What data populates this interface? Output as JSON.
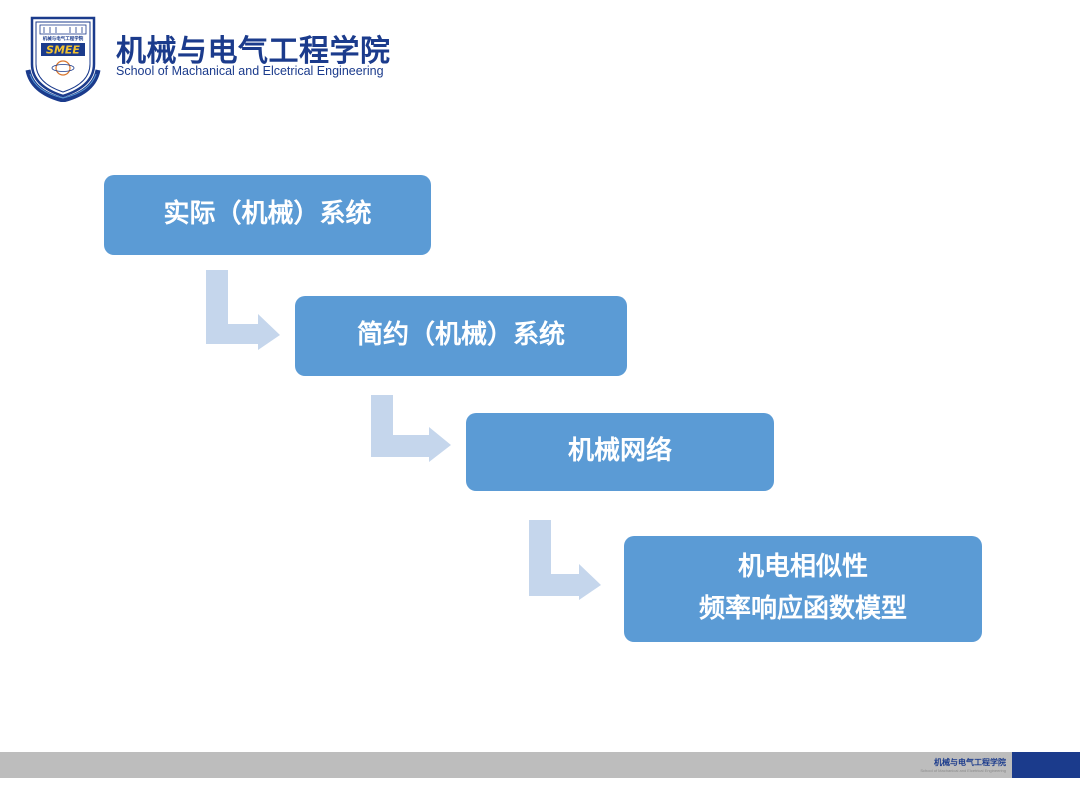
{
  "header": {
    "logo": {
      "icon": "school-emblem-icon",
      "top_text": "机械与电气工程学院",
      "badge_text": "SMEE"
    },
    "title_cn": "机械与电气工程学院",
    "title_en": "School of Machanical and Elcetrical Engineering"
  },
  "flow": {
    "boxes": [
      {
        "lines": [
          "实际（机械）系统"
        ]
      },
      {
        "lines": [
          "简约（机械）系统"
        ]
      },
      {
        "lines": [
          "机械网络"
        ]
      },
      {
        "lines": [
          "机电相似性",
          "频率响应函数模型"
        ]
      }
    ],
    "arrow_icon": "bent-arrow-icon"
  },
  "footer": {
    "label_cn": "机械与电气工程学院",
    "label_en": "School of Machanical and Elcetrical Engineering"
  },
  "colors": {
    "box_fill": "#5b9bd5",
    "arrow_fill": "#c5d6ec",
    "brand_navy": "#1b3b8c",
    "footer_gray": "#bdbdbd"
  }
}
